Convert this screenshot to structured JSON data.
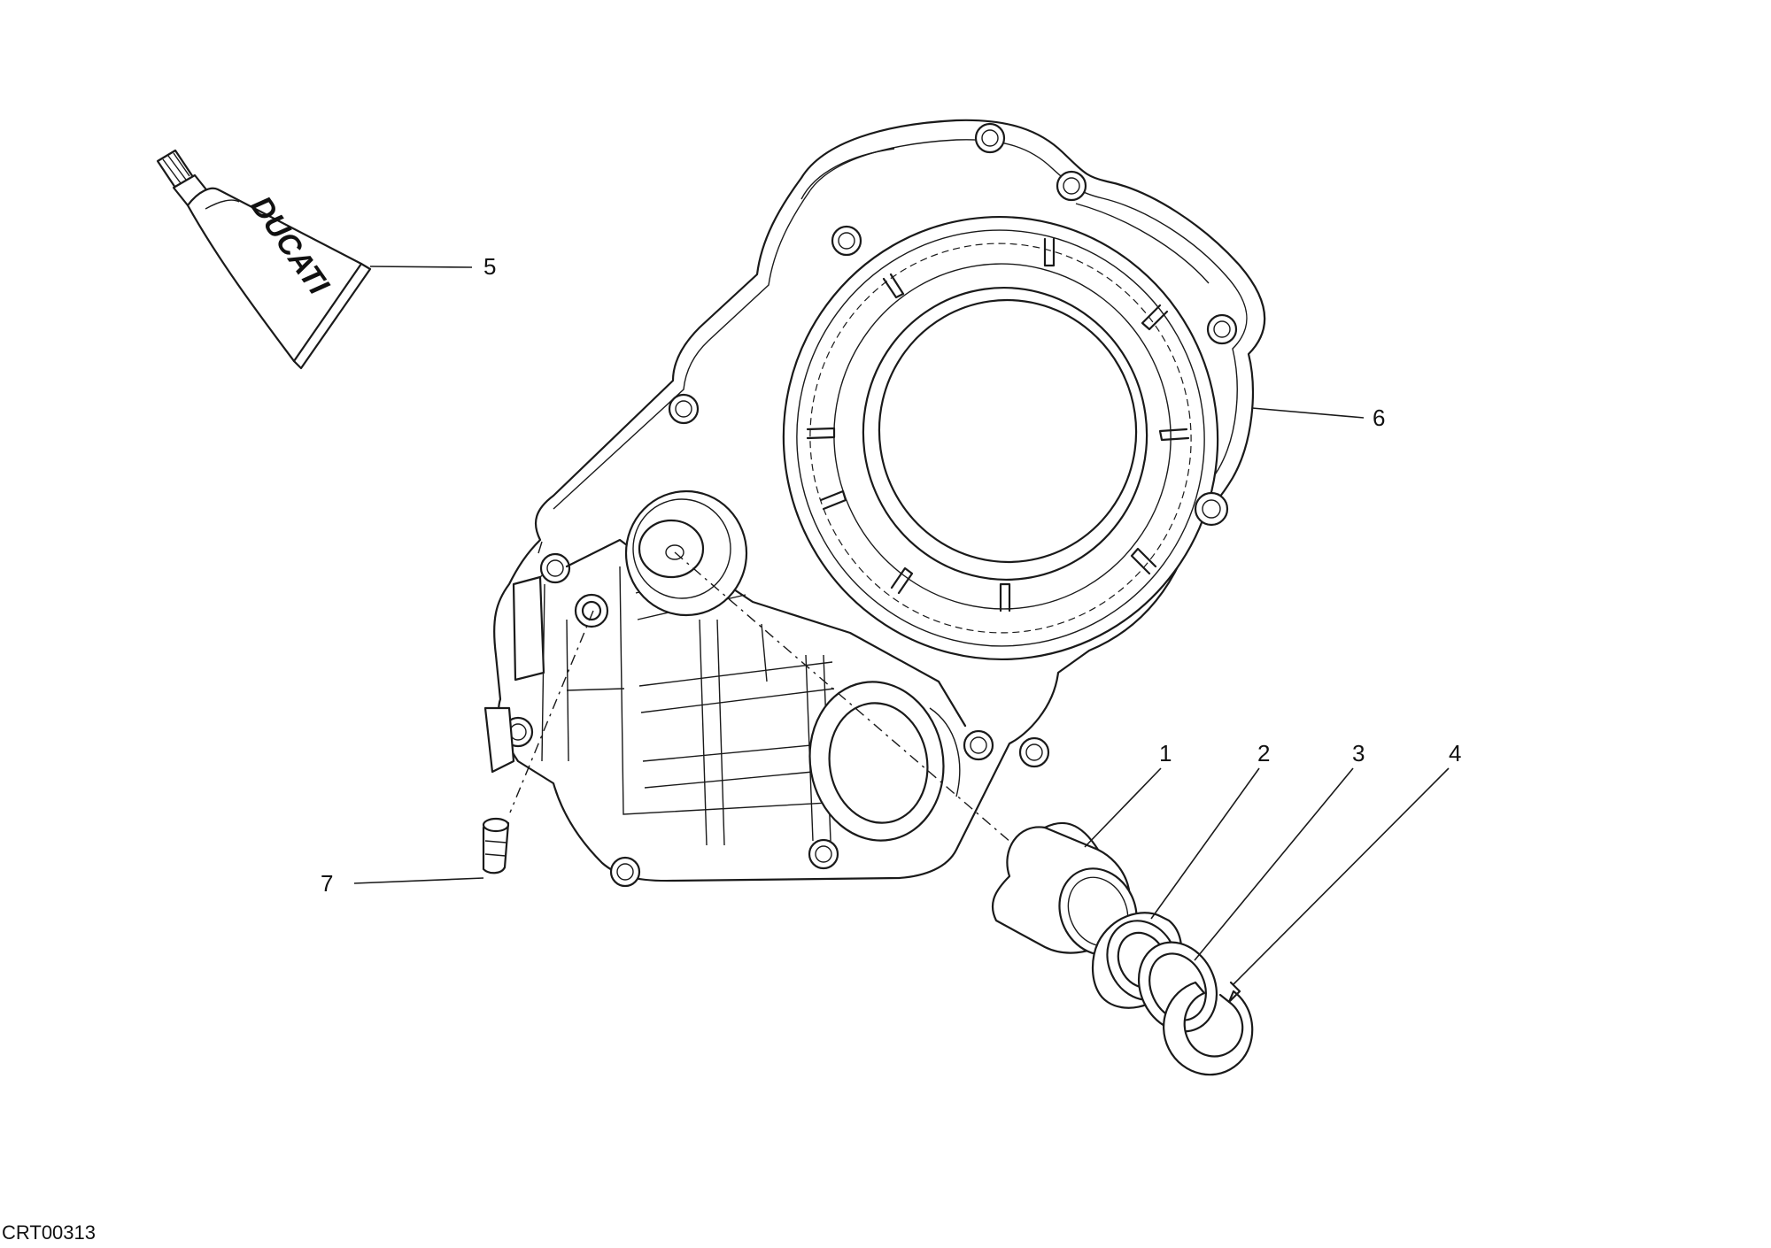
{
  "diagram": {
    "drawing_code": "CRT00313",
    "tube_brand": "DUCATI",
    "callouts": [
      {
        "id": "1",
        "label": "1"
      },
      {
        "id": "2",
        "label": "2"
      },
      {
        "id": "3",
        "label": "3"
      },
      {
        "id": "4",
        "label": "4"
      },
      {
        "id": "5",
        "label": "5"
      },
      {
        "id": "6",
        "label": "6"
      },
      {
        "id": "7",
        "label": "7"
      }
    ],
    "parts": {
      "bushing": "part-1",
      "seal-ring": "part-2",
      "washer": "part-3",
      "circlip": "part-4",
      "sealant-tube": "part-5",
      "clutch-cover": "part-6",
      "dowel-pin": "part-7"
    }
  }
}
